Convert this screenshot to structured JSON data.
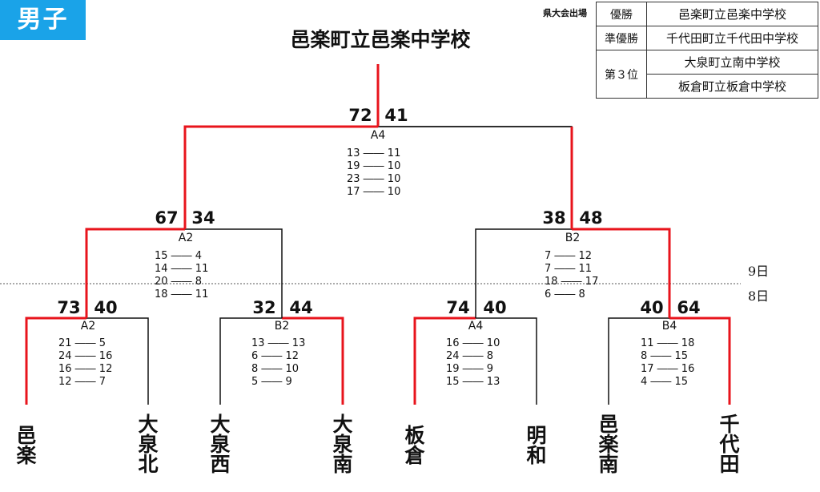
{
  "category": "男子",
  "champion_title": "邑楽町立邑楽中学校",
  "results": {
    "venue_label": "県大会出場",
    "rows": [
      {
        "label": "優勝",
        "school": "邑楽町立邑楽中学校"
      },
      {
        "label": "準優勝",
        "school": "千代田町立千代田中学校"
      },
      {
        "label": "第３位",
        "school": "大泉町立南中学校"
      },
      {
        "school": "板倉町立板倉中学校"
      }
    ]
  },
  "days": {
    "upper": "9日",
    "lower": "8日"
  },
  "colors": {
    "win_line": "#e8141c",
    "lose_line": "#111111",
    "badge": "#1aa3e8"
  },
  "teams": [
    {
      "name": "邑楽"
    },
    {
      "name": "大泉北"
    },
    {
      "name": "大泉西"
    },
    {
      "name": "大泉南"
    },
    {
      "name": "板倉"
    },
    {
      "name": "明和"
    },
    {
      "name": "邑楽南"
    },
    {
      "name": "千代田"
    }
  ],
  "matches": {
    "r1_1": {
      "court": "A2",
      "left_score": "73",
      "right_score": "40",
      "periods": [
        "21 ―― 5",
        "24 ―― 16",
        "16 ―― 12",
        "12 ―― 7"
      ]
    },
    "r1_2": {
      "court": "B2",
      "left_score": "32",
      "right_score": "44",
      "periods": [
        "13 ―― 13",
        "6 ―― 12",
        "8 ―― 10",
        "5 ―― 9"
      ]
    },
    "r1_3": {
      "court": "A4",
      "left_score": "74",
      "right_score": "40",
      "periods": [
        "16 ―― 10",
        "24 ―― 8",
        "19 ―― 9",
        "15 ―― 13"
      ]
    },
    "r1_4": {
      "court": "B4",
      "left_score": "40",
      "right_score": "64",
      "periods": [
        "11 ―― 18",
        "8 ―― 15",
        "17 ―― 16",
        "4 ―― 15"
      ]
    },
    "sf_1": {
      "court": "A2",
      "left_score": "67",
      "right_score": "34",
      "periods": [
        "15 ―― 4",
        "14 ―― 11",
        "20 ―― 8",
        "18 ―― 11"
      ]
    },
    "sf_2": {
      "court": "B2",
      "left_score": "38",
      "right_score": "48",
      "periods": [
        "7 ―― 12",
        "7 ―― 11",
        "18 ―― 17",
        "6 ―― 8"
      ]
    },
    "final": {
      "court": "A4",
      "left_score": "72",
      "right_score": "41",
      "periods": [
        "13 ―― 11",
        "19 ―― 10",
        "23 ―― 10",
        "17 ―― 10"
      ]
    }
  }
}
